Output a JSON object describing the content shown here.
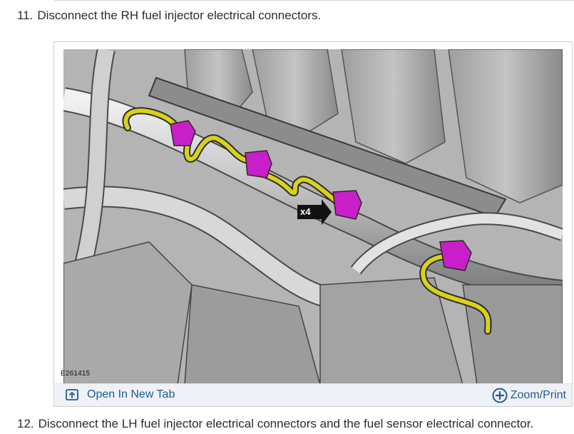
{
  "steps": [
    {
      "number": "11.",
      "text": "Disconnect the RH fuel injector electrical connectors."
    },
    {
      "number": "12.",
      "text": "Disconnect the LH fuel injector electrical connectors and the fuel sensor electrical connector."
    }
  ],
  "figure": {
    "id_label": "E261415",
    "callout": "x4",
    "highlight_color": "#c81fc8",
    "harness_color": "#d8d21a",
    "toolbar": {
      "open_label": "Open In New Tab",
      "zoom_label": "Zoom/Print",
      "open_icon": "open-in-new-tab-icon",
      "zoom_icon": "zoom-plus-circle-icon",
      "link_color": "#1f5a96"
    }
  }
}
